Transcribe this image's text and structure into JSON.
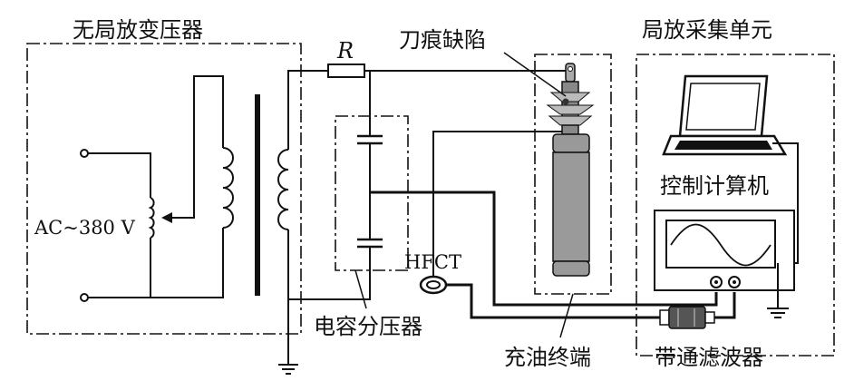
{
  "labels": {
    "transformer": "无局放变压器",
    "resistor": "R",
    "defect": "刀痕缺陷",
    "acquisition": "局放采集单元",
    "computer": "控制计算机",
    "ac_source": "AC~380 V",
    "hfct": "HFCT",
    "divider": "电容分压器",
    "termination": "充油终端",
    "filter": "带通滤波器"
  }
}
